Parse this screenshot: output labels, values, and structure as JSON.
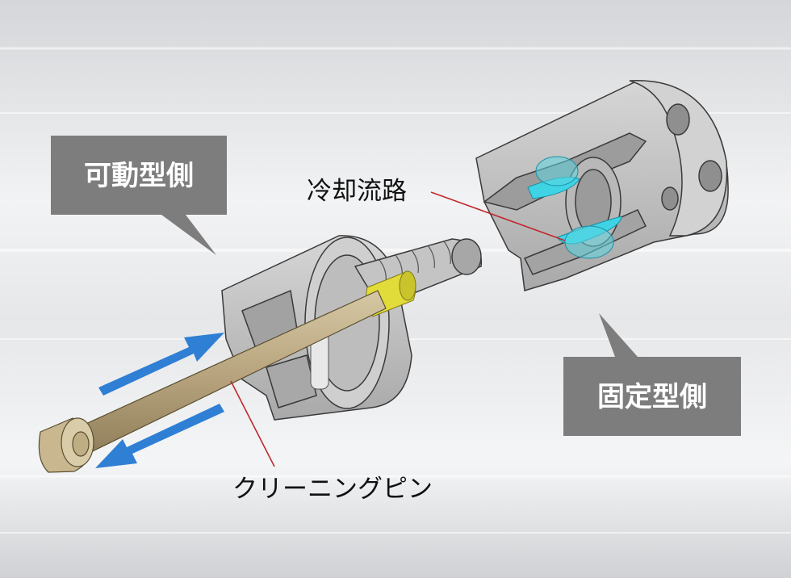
{
  "labels": {
    "movable_side": "可動型側",
    "fixed_side": "固定型側",
    "cooling_channel": "冷却流路",
    "cleaning_pin": "クリーニングピン"
  },
  "colors": {
    "callout_fill": "#7d7d7d",
    "callout_text": "#ffffff",
    "arrow_blue": "#2f7fd4",
    "leader_red": "#c0282e",
    "pin_brown": "#b7a47e",
    "pin_tip_yellow": "#e1dc3a",
    "cooling_cyan": "#3fd3e6",
    "metal_gray": "#c6c6c6"
  }
}
